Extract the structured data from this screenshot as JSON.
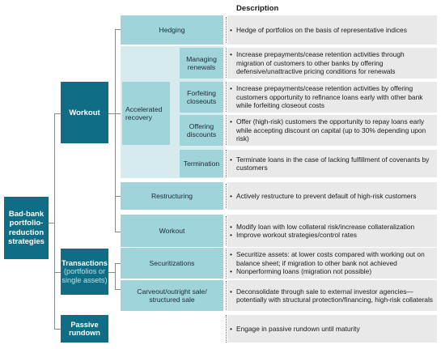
{
  "header": {
    "description": "Description"
  },
  "root": {
    "label": "Bad-bank portfolio-reduction strategies"
  },
  "workout": {
    "label": "Workout",
    "hedging": {
      "label": "Hedging",
      "desc": [
        "Hedge of portfolios on the basis of representative indices"
      ]
    },
    "accelerated": {
      "label": "Accelerated recovery",
      "items": [
        {
          "label": "Managing renewals",
          "desc": [
            "Increase prepayments/cease retention activities through migration of customers to other banks by offering defensive/unattractive pricing conditions for renewals"
          ]
        },
        {
          "label": "Forfeiting closeouts",
          "desc": [
            "Increase prepayments/cease retention activities by offering customers opportunity to refinance loans early with other bank while forfeiting closeout costs"
          ]
        },
        {
          "label": "Offering discounts",
          "desc": [
            "Offer (high-risk) customers the opportunity to repay loans early while accepting discount on capital (up to 30% depending upon risk)"
          ]
        },
        {
          "label": "Termination",
          "desc": [
            "Terminate loans in the case of lacking fulfillment of covenants by customers"
          ]
        }
      ]
    },
    "restructuring": {
      "label": "Restructuring",
      "desc": [
        "Actively restructure to prevent default of high-risk customers"
      ]
    },
    "workout_sub": {
      "label": "Workout",
      "desc": [
        "Modify loan with low collateral risk/increase collateralization",
        "Improve workout strategies/control rates"
      ]
    }
  },
  "transactions": {
    "label": "Transactions",
    "sublabel": "(portfolios or single assets)",
    "securitizations": {
      "label": "Securitizations",
      "desc": [
        "Securitize assets: at lower costs compared with working out on balance sheet; if migration to other bank not achieved",
        "Nonperforming loans (migration not possible)"
      ]
    },
    "carveout": {
      "label": "Carveout/outright sale/ structured sale",
      "desc": [
        "Deconsolidate through sale to external investor agencies—potentially with structural protection/financing, high-risk collaterals"
      ]
    }
  },
  "passive": {
    "label": "Passive rundown",
    "desc": [
      "Engage in passive rundown until maturity"
    ]
  }
}
